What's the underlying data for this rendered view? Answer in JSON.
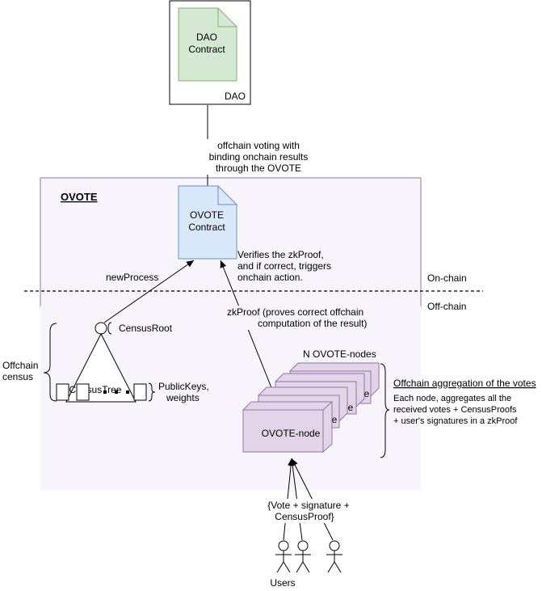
{
  "dao": {
    "contract_label_line1": "DAO",
    "contract_label_line2": "Contract",
    "container_label": "DAO"
  },
  "link_label": {
    "line1": "offchain voting with",
    "line2": "binding onchain results",
    "line3": "through the OVOTE"
  },
  "ovote": {
    "title": "OVOTE",
    "contract_label_line1": "OVOTE",
    "contract_label_line2": "Contract",
    "onchain_label": "On-chain",
    "offchain_label": "Off-chain",
    "verifies_line1": "Verifies the zkProof,",
    "verifies_line2": "and if correct, triggers",
    "verifies_line3": "onchain action.",
    "new_process": "newProcess",
    "zkproof_line1": "zkProof (proves correct offchain",
    "zkproof_line2": "computation of the result)"
  },
  "census": {
    "root_label": "CensusRoot",
    "tree_label": "CensusTree",
    "brace_label_line1": "Offchain",
    "brace_label_line2": "census",
    "leaves_label_line1": "PublicKeys,",
    "leaves_label_line2": "weights"
  },
  "nodes": {
    "header": "N OVOTE-nodes",
    "node_label": "OVOTE-node",
    "node_label_partial": "de",
    "agg_title": "Offchain aggregation of the votes",
    "agg_line1": "Each node, aggregates all the",
    "agg_line2": "received votes + CensusProofs",
    "agg_line3": "+ user's signatures in a zkProof"
  },
  "users": {
    "vote_line1": "{Vote + signature +",
    "vote_line2": "CensusProof}",
    "label": "Users"
  },
  "colors": {
    "dao_fill": "#d5e8d4",
    "dao_stroke": "#82b366",
    "ovote_contract_fill": "#dae8fc",
    "ovote_contract_stroke": "#6c8ebf",
    "ovote_region_fill": "#f8f4fb",
    "ovote_region_stroke": "#9673a6",
    "node_fill": "#e1d5e7",
    "node_stroke": "#9673a6"
  }
}
